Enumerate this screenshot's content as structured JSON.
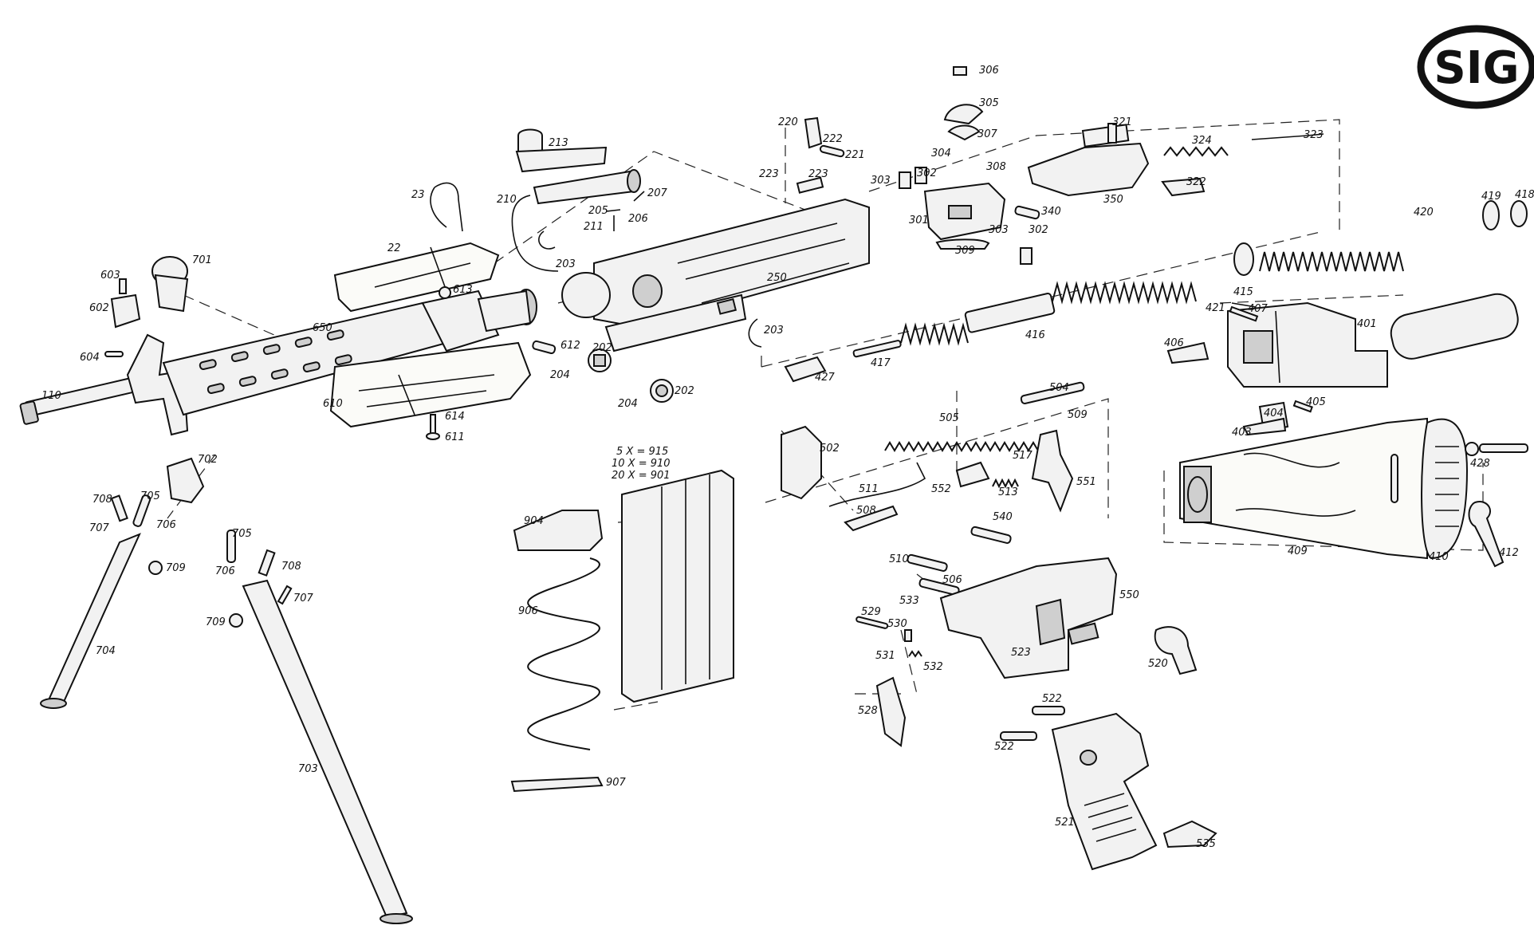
{
  "logo": {
    "text": "SIG"
  },
  "magazine_note": [
    "5 X = 915",
    "10 X = 910",
    "20 X = 901"
  ],
  "labels": {
    "l110": "110",
    "l603": "603",
    "l602": "602",
    "l604": "604",
    "l701": "701",
    "l650": "650",
    "l23": "23",
    "l22": "22",
    "l613": "613",
    "l612": "612",
    "l610": "610",
    "l614": "614",
    "l611": "611",
    "l213": "213",
    "l210": "210",
    "l207": "207",
    "l205": "205",
    "l211": "211",
    "l206": "206",
    "l203a": "203",
    "l203b": "203",
    "l250": "250",
    "l202a": "202",
    "l202b": "202",
    "l204a": "204",
    "l204b": "204",
    "l220": "220",
    "l222": "222",
    "l221": "221",
    "l223a": "223",
    "l223b": "223",
    "l306": "306",
    "l305": "305",
    "l307": "307",
    "l304": "304",
    "l308": "308",
    "l303a": "303",
    "l302a": "302",
    "l301": "301",
    "l303b": "303",
    "l302b": "302",
    "l309": "309",
    "l340": "340",
    "l321": "321",
    "l324": "324",
    "l323": "323",
    "l322": "322",
    "l350": "350",
    "l420": "420",
    "l419": "419",
    "l418": "418",
    "l421": "421",
    "l415": "415",
    "l416": "416",
    "l417": "417",
    "l427": "427",
    "l407": "407",
    "l401": "401",
    "l406": "406",
    "l404": "404",
    "l405": "405",
    "l403": "403",
    "l409": "409",
    "l410": "410",
    "l428": "428",
    "l412": "412",
    "l702": "702",
    "l708a": "708",
    "l705a": "705",
    "l707a": "707",
    "l706a": "706",
    "l709a": "709",
    "l704": "704",
    "l705b": "705",
    "l706b": "706",
    "l708b": "708",
    "l709b": "709",
    "l707b": "707",
    "l703": "703",
    "l904": "904",
    "l906": "906",
    "l907": "907",
    "l504": "504",
    "l509": "509",
    "l505": "505",
    "l502": "502",
    "l517": "517",
    "l551": "551",
    "l552": "552",
    "l513": "513",
    "l511": "511",
    "l508": "508",
    "l540": "540",
    "l510": "510",
    "l506": "506",
    "l533": "533",
    "l550": "550",
    "l529": "529",
    "l530": "530",
    "l531": "531",
    "l532": "532",
    "l523": "523",
    "l520": "520",
    "l528": "528",
    "l522a": "522",
    "l522b": "522",
    "l521": "521",
    "l535": "535"
  }
}
